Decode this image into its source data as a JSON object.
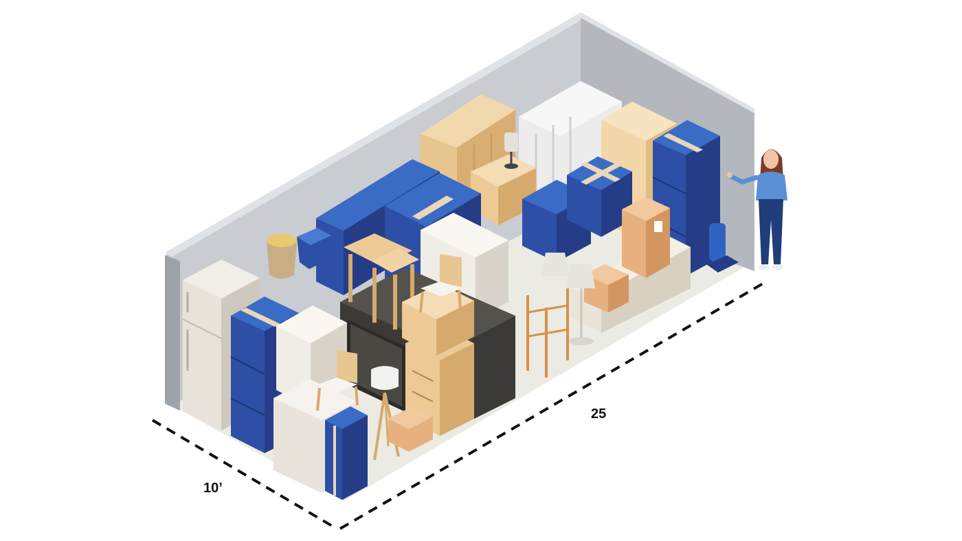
{
  "dimensions": {
    "width_label": "10’",
    "length_label": "25"
  },
  "colors": {
    "wall": "#c9ccd1",
    "wall_dark": "#b4b8be",
    "floor": "#ecebe3",
    "box_blue": "#2d4fa6",
    "box_blue_top": "#3a6cc6",
    "box_blue_side": "#243d86",
    "tape": "#ead7b8",
    "wood": "#e8c690",
    "wood_dark": "#cf9f62",
    "white": "#f0ece6",
    "white_shade": "#d9d2c9",
    "dark": "#3c3a36",
    "cardboard": "#d8a878"
  },
  "items": [
    "refrigerator",
    "blue-boxes",
    "dresser",
    "chairs",
    "stools",
    "tv",
    "lamps",
    "mattress",
    "wardrobe",
    "sofa",
    "vacuum",
    "nightstand",
    "basket",
    "shelf"
  ]
}
